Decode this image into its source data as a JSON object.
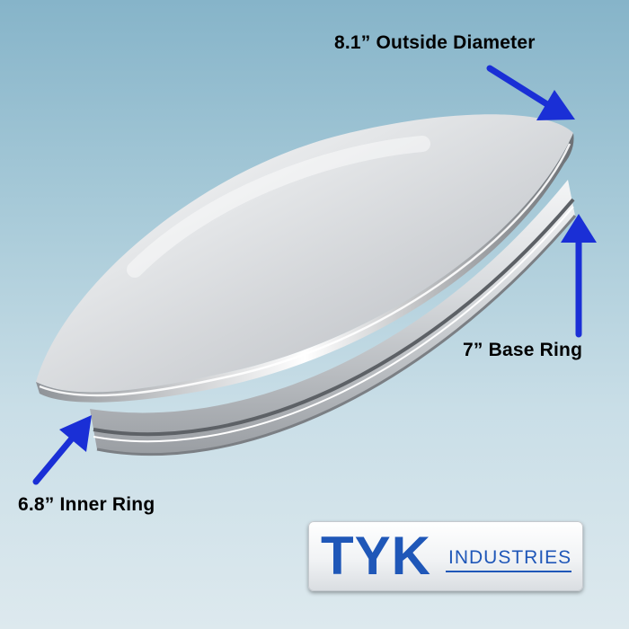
{
  "callouts": {
    "outside_diameter": "8.1” Outside Diameter",
    "base_ring": "7” Base Ring",
    "inner_ring": "6.8” Inner Ring"
  },
  "logo": {
    "mark": "TYK",
    "tagline": "INDUSTRIES"
  },
  "colors": {
    "arrow": "#1a2fd6",
    "logo_blue": "#1f57b8"
  }
}
